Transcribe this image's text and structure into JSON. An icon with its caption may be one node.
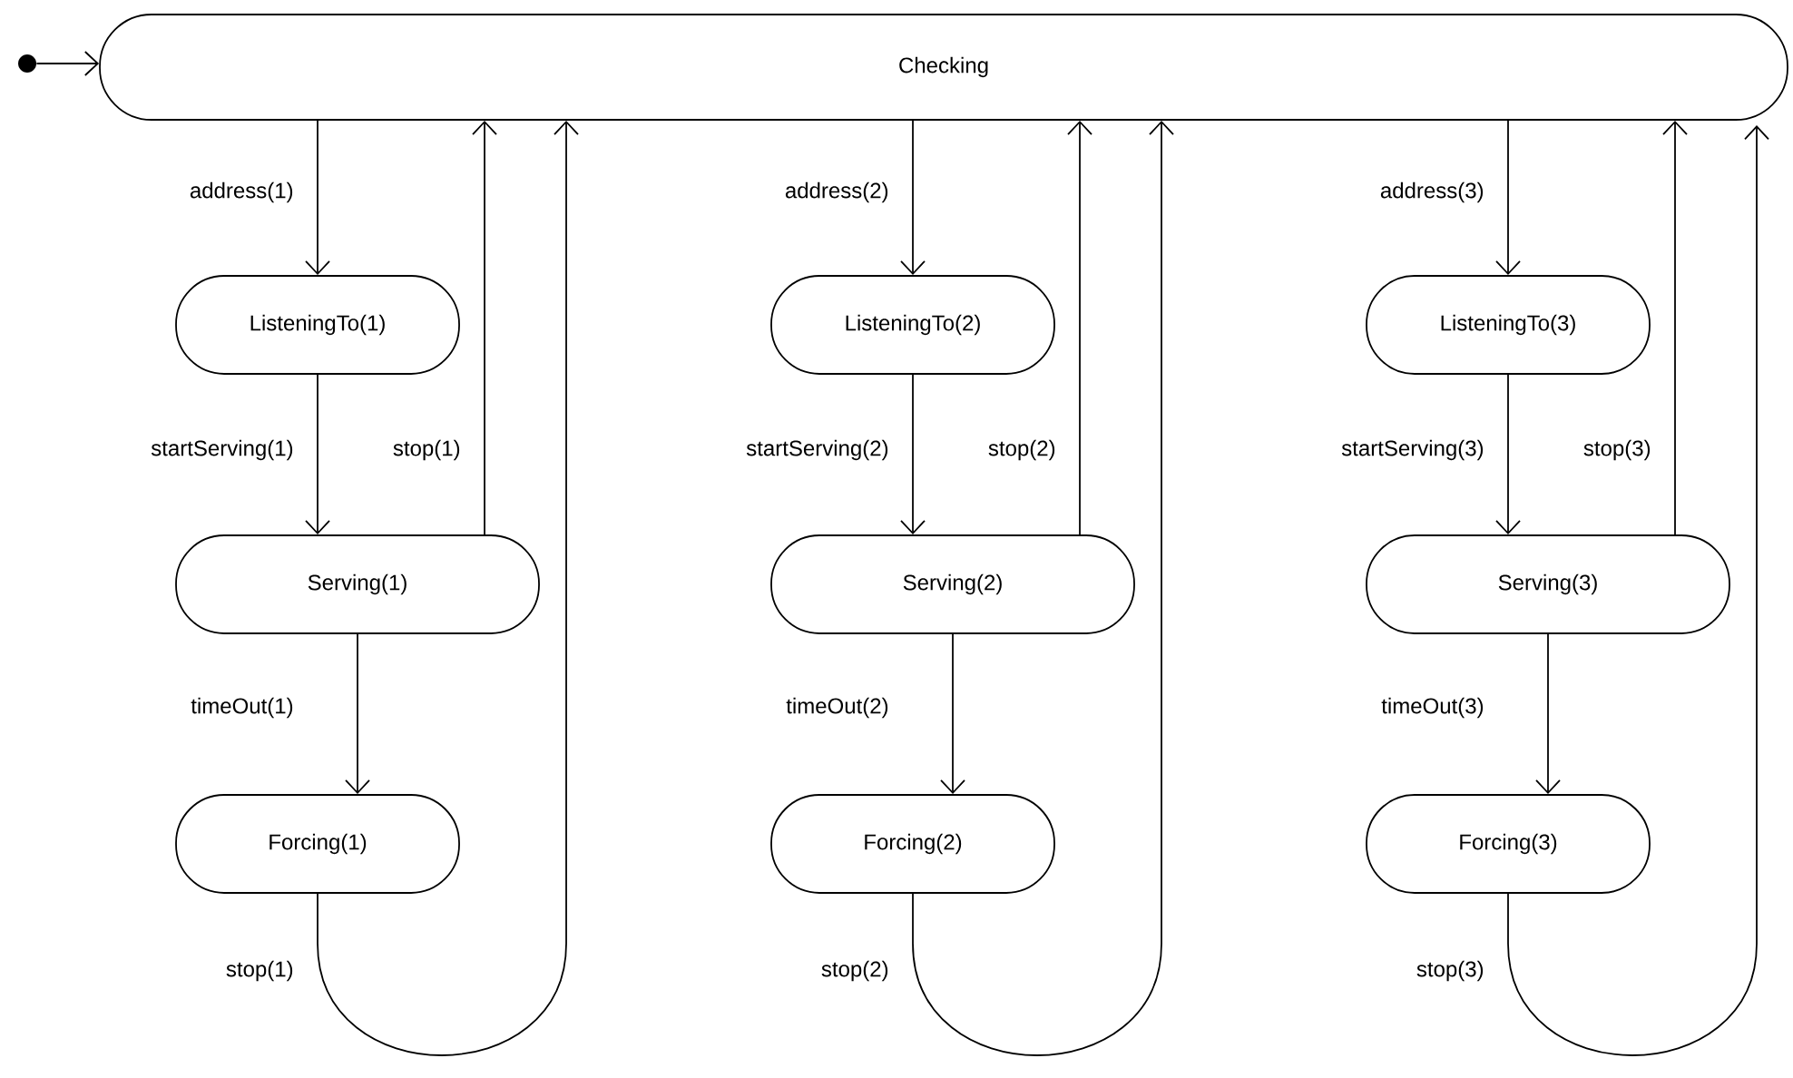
{
  "diagram": {
    "nodes": [
      {
        "text": [],
        "shape": "circle"
      },
      {
        "text": [
          "Checking"
        ]
      },
      {
        "text": [
          "ListeningTo(1)"
        ]
      },
      {
        "text": [
          "Serving(1)"
        ]
      },
      {
        "text": [
          "Forcing(1)"
        ]
      },
      {
        "text": [
          "ListeningTo(2)"
        ]
      },
      {
        "text": [
          "Serving(2)"
        ]
      },
      {
        "text": [
          "Forcing(2)"
        ]
      },
      {
        "text": [
          "ListeningTo(3)"
        ]
      },
      {
        "text": [
          "Serving(3)"
        ]
      },
      {
        "text": [
          "Forcing(3)"
        ]
      }
    ],
    "edges": [
      {
        "from": 0,
        "to": 1,
        "arrow": "to"
      },
      {
        "from": 1,
        "to": 2,
        "arrow": "to",
        "label": "address(1)"
      },
      {
        "from": 2,
        "to": 3,
        "arrow": "to",
        "label": "startServing(1)"
      },
      {
        "from": 3,
        "to": 1,
        "arrow": "to",
        "label": "stop(1)"
      },
      {
        "from": 3,
        "to": 4,
        "arrow": "to",
        "label": "timeOut(1)"
      },
      {
        "from": 4,
        "to": 1,
        "arrow": "to",
        "label": "stop(1)"
      },
      {
        "from": 1,
        "to": 5,
        "arrow": "to",
        "label": "address(2)"
      },
      {
        "from": 5,
        "to": 6,
        "arrow": "to",
        "label": "startServing(2)"
      },
      {
        "from": 6,
        "to": 1,
        "arrow": "to",
        "label": "stop(2)"
      },
      {
        "from": 6,
        "to": 7,
        "arrow": "to",
        "label": "timeOut(2)"
      },
      {
        "from": 7,
        "to": 1,
        "arrow": "to",
        "label": "stop(2)"
      },
      {
        "from": 1,
        "to": 8,
        "arrow": "to",
        "label": "address(3)"
      },
      {
        "from": 8,
        "to": 9,
        "arrow": "to",
        "label": "startServing(3)"
      },
      {
        "from": 9,
        "to": 1,
        "arrow": "to",
        "label": "stop(3)"
      },
      {
        "from": 9,
        "to": 10,
        "arrow": "to",
        "label": "timeOut(3)"
      },
      {
        "from": 10,
        "to": 1,
        "arrow": "to",
        "label": "stop(3)"
      }
    ]
  }
}
